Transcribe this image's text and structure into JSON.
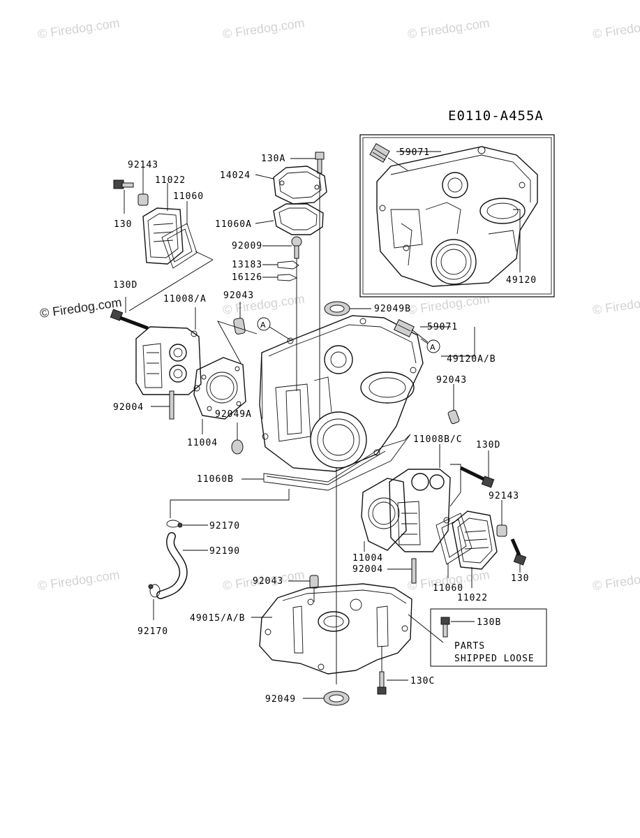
{
  "diagram_code": "E0110-A455A",
  "watermark": "© Firedog.com",
  "parts_labels": {
    "p59071_inset": "59071",
    "p49120": "49120",
    "p130A": "130A",
    "p14024": "14024",
    "p11060A": "11060A",
    "p92009": "92009",
    "p13183": "13183",
    "p16126": "16126",
    "p92143_left": "92143",
    "p11022_left": "11022",
    "p11060_left": "11060",
    "p130_left": "130",
    "p130D_left": "130D",
    "p11008A": "11008/A",
    "p92043_top": "92043",
    "p92049B": "92049B",
    "p59071": "59071",
    "p49120AB": "49120A/B",
    "p92043_right": "92043",
    "p92004_left": "92004",
    "p92049A": "92049A",
    "p11004_left": "11004",
    "p11008BC": "11008B/C",
    "p130D_right": "130D",
    "p11060B": "11060B",
    "p92143_right": "92143",
    "p92170_top": "92170",
    "p92190": "92190",
    "p11004_right": "11004",
    "p92004_right": "92004",
    "p92043_bottom": "92043",
    "p130_right": "130",
    "p11060_right": "11060",
    "p11022_right": "11022",
    "p49015": "49015/A/B",
    "p92170_bottom": "92170",
    "p130B": "130B",
    "p130C": "130C",
    "p92049": "92049"
  },
  "callouts": {
    "a1": "A",
    "a2": "A"
  },
  "loose_box": {
    "line1": "PARTS",
    "line2": "SHIPPED LOOSE"
  }
}
